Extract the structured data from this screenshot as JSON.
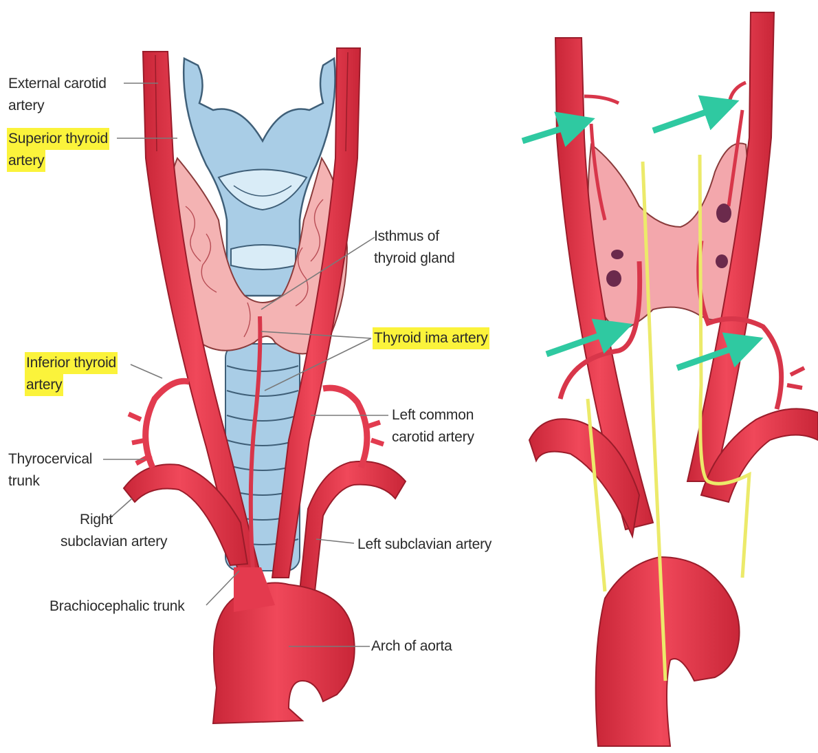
{
  "labels": {
    "external_carotid": [
      "External carotid",
      "artery"
    ],
    "superior_thyroid": [
      "Superior thyroid",
      "artery"
    ],
    "isthmus": [
      "Isthmus of",
      "thyroid gland"
    ],
    "thyroid_ima": [
      "Thyroid ima artery"
    ],
    "inferior_thyroid": [
      "Inferior thyroid",
      "artery"
    ],
    "left_common_carotid": [
      "Left common",
      "carotid artery"
    ],
    "thyrocervical": [
      "Thyrocervical",
      "trunk"
    ],
    "right_subclavian": [
      "Right",
      "subclavian artery"
    ],
    "left_subclavian": [
      "Left subclavian artery"
    ],
    "brachiocephalic": [
      "Brachiocephalic trunk"
    ],
    "arch_aorta": [
      "Arch of aorta"
    ]
  },
  "highlighted": [
    "superior_thyroid",
    "thyroid_ima",
    "inferior_thyroid"
  ],
  "colors": {
    "artery": "#ea3b4f",
    "artery_dark": "#b8202f",
    "thyroid": "#f4b3b3",
    "cartilage": "#a9cde6",
    "nerve": "#ecea6a",
    "arrow": "#2fc9a1",
    "highlight": "#fbf33b",
    "parathyroid": "#6b2a4c"
  }
}
